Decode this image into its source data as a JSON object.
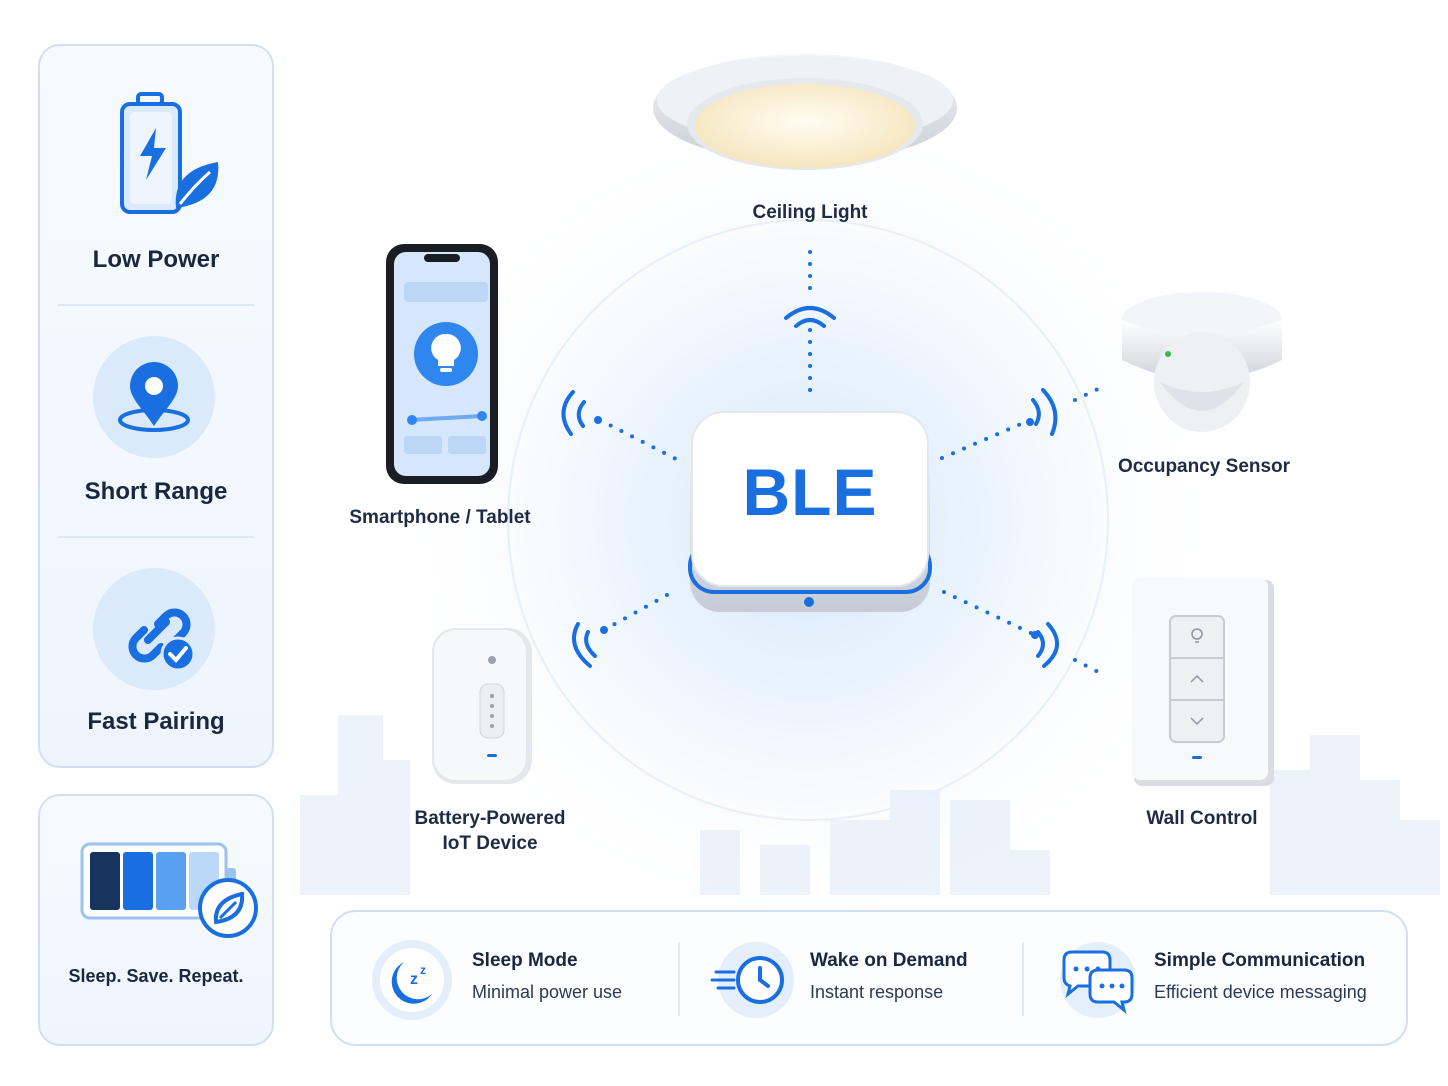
{
  "features": [
    {
      "label": "Low Power",
      "icon": "battery-leaf-icon"
    },
    {
      "label": "Short Range",
      "icon": "location-pin-icon"
    },
    {
      "label": "Fast Pairing",
      "icon": "link-check-icon"
    }
  ],
  "sleep_card": {
    "label": "Sleep. Save. Repeat.",
    "icon": "battery-level-leaf-icon"
  },
  "hub": {
    "label": "BLE"
  },
  "devices": {
    "ceiling_light": "Ceiling Light",
    "smartphone": "Smartphone / Tablet",
    "occupancy_sensor": "Occupancy Sensor",
    "battery_device_line1": "Battery-Powered",
    "battery_device_line2": "IoT Device",
    "wall_control": "Wall Control"
  },
  "bottom_features": [
    {
      "title": "Sleep Mode",
      "subtitle": "Minimal power use",
      "icon": "moon-sleep-icon"
    },
    {
      "title": "Wake on Demand",
      "subtitle": "Instant response",
      "icon": "clock-speed-icon"
    },
    {
      "title": "Simple Communication",
      "subtitle": "Efficient device messaging",
      "icon": "chat-bubbles-icon"
    }
  ],
  "colors": {
    "accent": "#1a6fe0",
    "panel_border": "#cfe0f5",
    "icon_bg": "#dbeafb",
    "text": "#1b2740"
  }
}
